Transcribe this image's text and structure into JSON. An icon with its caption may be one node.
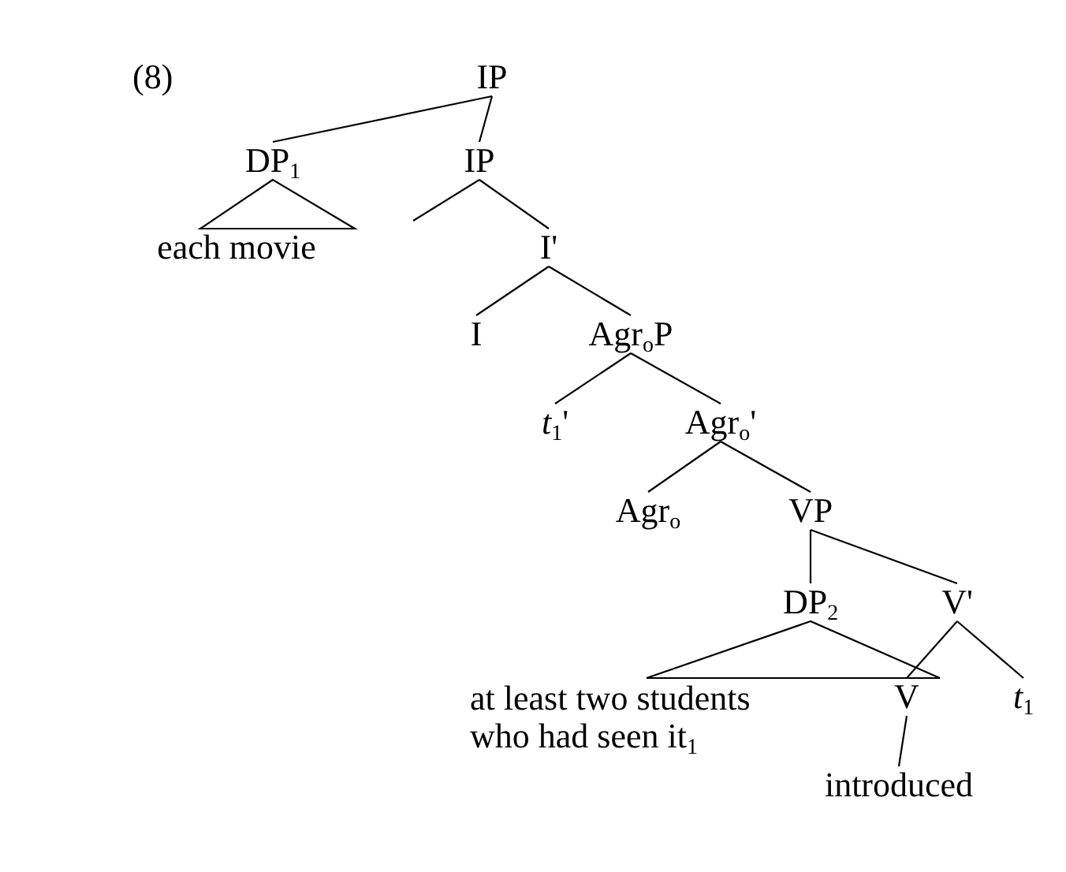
{
  "diagram": {
    "nodes": [
      {
        "text": [
          "IP"
        ]
      },
      {
        "text": [
          "DP$_{1}$"
        ]
      },
      {
        "text": [
          "IP"
        ]
      },
      {
        "text": [
          "each movie"
        ]
      },
      {
        "text": [
          "I'"
        ]
      },
      {
        "text": [
          "I"
        ]
      },
      {
        "text": [
          "Agr$_{o}$P"
        ]
      },
      {
        "text": [
          "*t*$_{1}$'"
        ]
      },
      {
        "text": [
          "Agr$_{o}$'"
        ]
      },
      {
        "text": [
          "Agr$_{o}$"
        ]
      },
      {
        "text": [
          "VP"
        ]
      },
      {
        "text": [
          "DP$_{2}$"
        ]
      },
      {
        "text": [
          "V'"
        ]
      },
      {
        "text": [
          "at least two students who had seen it$_{1}$"
        ]
      },
      {
        "text": [
          "V"
        ]
      },
      {
        "text": [
          "*t*$_{1}$"
        ]
      },
      {
        "text": [
          "introduced"
        ]
      }
    ],
    "edges": [
      {
        "from": 0,
        "to": 1,
        "arrow": "none"
      },
      {
        "from": 0,
        "to": 2,
        "arrow": "none"
      },
      {
        "from": 1,
        "to": 3,
        "arrow": "none"
      },
      {
        "from": 2,
        "to": null,
        "arrow": "none"
      },
      {
        "from": 2,
        "to": 4,
        "arrow": "none"
      },
      {
        "from": 4,
        "to": 5,
        "arrow": "none"
      },
      {
        "from": 4,
        "to": 6,
        "arrow": "none"
      },
      {
        "from": 6,
        "to": 7,
        "arrow": "none"
      },
      {
        "from": 6,
        "to": 8,
        "arrow": "none"
      },
      {
        "from": 8,
        "to": 9,
        "arrow": "none"
      },
      {
        "from": 8,
        "to": 10,
        "arrow": "none"
      },
      {
        "from": 10,
        "to": 11,
        "arrow": "none"
      },
      {
        "from": 10,
        "to": 12,
        "arrow": "none"
      },
      {
        "from": 11,
        "to": 13,
        "arrow": "none"
      },
      {
        "from": 12,
        "to": 14,
        "arrow": "none"
      },
      {
        "from": 12,
        "to": 15,
        "arrow": "none"
      },
      {
        "from": 14,
        "to": 16,
        "arrow": "none"
      }
    ],
    "labels": [
      "(8)"
    ]
  }
}
